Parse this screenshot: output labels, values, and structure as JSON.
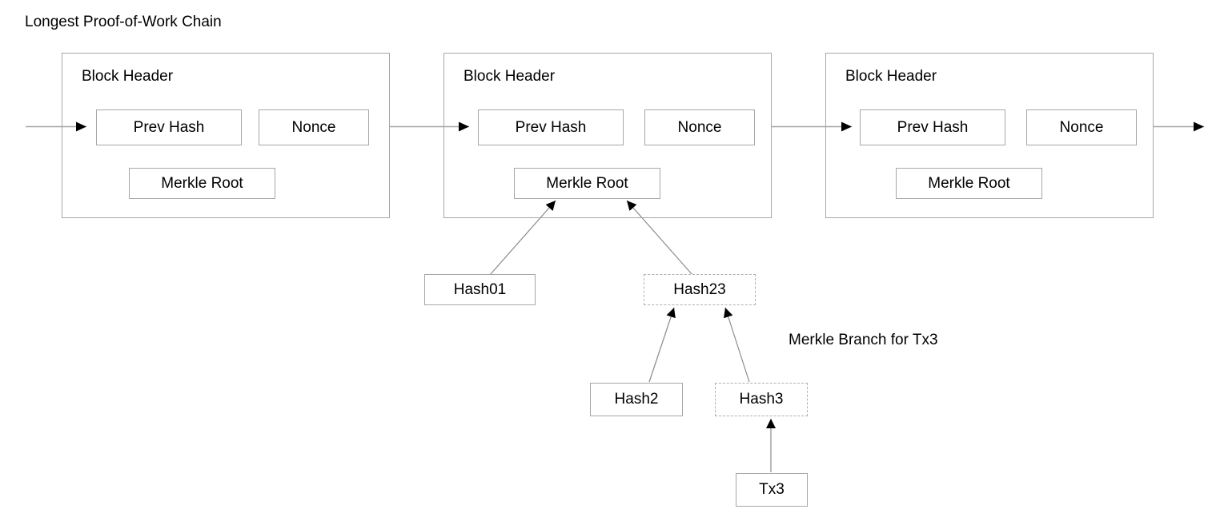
{
  "diagram": {
    "title": "Longest Proof-of-Work Chain",
    "annotation": "Merkle Branch for Tx3",
    "line_color": "#a6a6a6",
    "arrow_color": "#000000",
    "text_color": "#000000",
    "background": "#ffffff"
  },
  "blocks": [
    {
      "id": "block-1",
      "title": "Block Header",
      "fields": {
        "prev_hash": "Prev Hash",
        "nonce": "Nonce",
        "merkle_root": "Merkle Root"
      }
    },
    {
      "id": "block-2",
      "title": "Block Header",
      "fields": {
        "prev_hash": "Prev Hash",
        "nonce": "Nonce",
        "merkle_root": "Merkle Root"
      }
    },
    {
      "id": "block-3",
      "title": "Block Header",
      "fields": {
        "prev_hash": "Prev Hash",
        "nonce": "Nonce",
        "merkle_root": "Merkle Root"
      }
    }
  ],
  "merkle_tree": {
    "nodes": [
      {
        "id": "hash01",
        "label": "Hash01",
        "style": "solid"
      },
      {
        "id": "hash23",
        "label": "Hash23",
        "style": "dashed"
      },
      {
        "id": "hash2",
        "label": "Hash2",
        "style": "solid"
      },
      {
        "id": "hash3",
        "label": "Hash3",
        "style": "dashed"
      },
      {
        "id": "tx3",
        "label": "Tx3",
        "style": "solid"
      }
    ]
  }
}
